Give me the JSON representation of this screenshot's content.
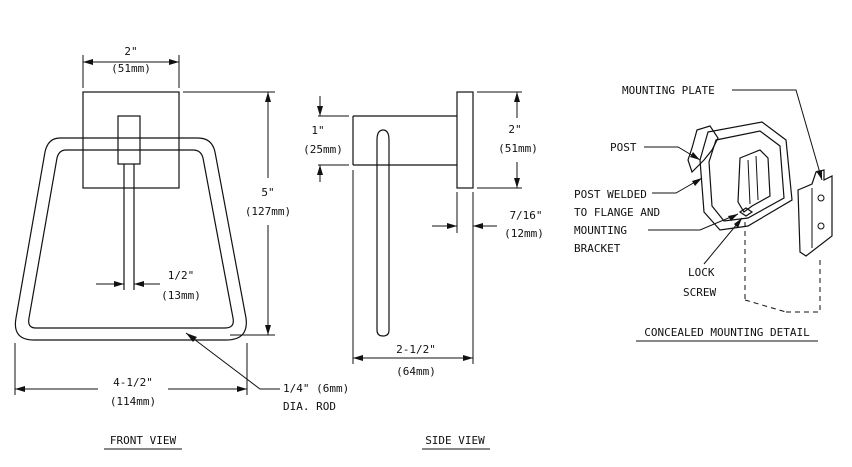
{
  "front_view": {
    "title": "FRONT VIEW",
    "dims": {
      "flange_width_in": "2\"",
      "flange_width_mm": "(51mm)",
      "height_in": "5\"",
      "height_mm": "(127mm)",
      "post_width_in": "1/2\"",
      "post_width_mm": "(13mm)",
      "overall_width_in": "4-1/2\"",
      "overall_width_mm": "(114mm)",
      "rod_line1": "1/4\" (6mm)",
      "rod_line2": "DIA. ROD"
    }
  },
  "side_view": {
    "title": "SIDE VIEW",
    "dims": {
      "offset_in": "1\"",
      "offset_mm": "(25mm)",
      "flange_height_in": "2\"",
      "flange_height_mm": "(51mm)",
      "flange_thickness_in": "7/16\"",
      "flange_thickness_mm": "(12mm)",
      "projection_in": "2-1/2\"",
      "projection_mm": "(64mm)"
    }
  },
  "detail": {
    "title": "CONCEALED MOUNTING DETAIL",
    "labels": {
      "mounting_plate": "MOUNTING PLATE",
      "post": "POST",
      "welded_1": "POST WELDED",
      "welded_2": "TO FLANGE AND",
      "welded_3": "MOUNTING",
      "welded_4": "BRACKET",
      "lock_1": "LOCK",
      "lock_2": "SCREW"
    }
  }
}
